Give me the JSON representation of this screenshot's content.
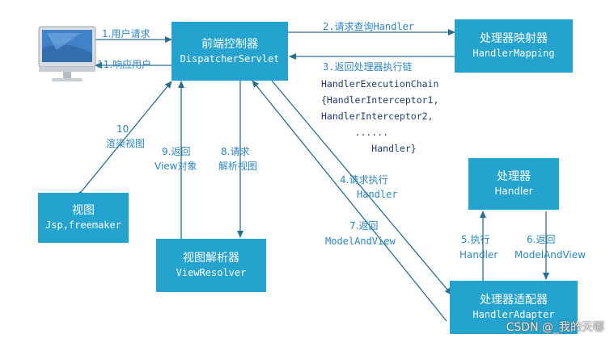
{
  "boxes": {
    "dispatcher": {
      "line1": "前端控制器",
      "line2": "DispatcherServlet"
    },
    "mapping": {
      "line1": "处理器映射器",
      "line2": "HandlerMapping"
    },
    "handler": {
      "line1": "处理器",
      "line2": "Handler"
    },
    "adapter": {
      "line1": "处理器适配器",
      "line2": "HandlerAdapter"
    },
    "resolver": {
      "line1": "视图解析器",
      "line2": "ViewResolver"
    },
    "view": {
      "line1": "视图",
      "line2": "Jsp,freemaker"
    }
  },
  "labels": {
    "step1": "1.用户请求",
    "step11": "11.响应用户",
    "step2": "2.请求查询Handler",
    "step3_title": "3.返回处理器执行链",
    "step3_chain": "HandlerExecutionChain\n{HandlerInterceptor1,\nHandlerInterceptor2,\n      ......\n         Handler}",
    "step4_a": "4.请求执行",
    "step4_b": "Handler",
    "step5_a": "5.执行",
    "step5_b": "Handler",
    "step6_a": "6.返回",
    "step6_b": "ModelAndView",
    "step7_a": "7.返回",
    "step7_b": "ModelAndView",
    "step8_a": "8.请求",
    "step8_b": "解析视图",
    "step9_a": "9.返回",
    "step9_b": "View对象",
    "step10_a": "10.",
    "step10_b": "渲染视图"
  },
  "watermark": "CSDN @_我的天哪",
  "colors": {
    "box": "#24a3cf",
    "wire": "#2a6f8f",
    "label": "#2e86c1"
  }
}
